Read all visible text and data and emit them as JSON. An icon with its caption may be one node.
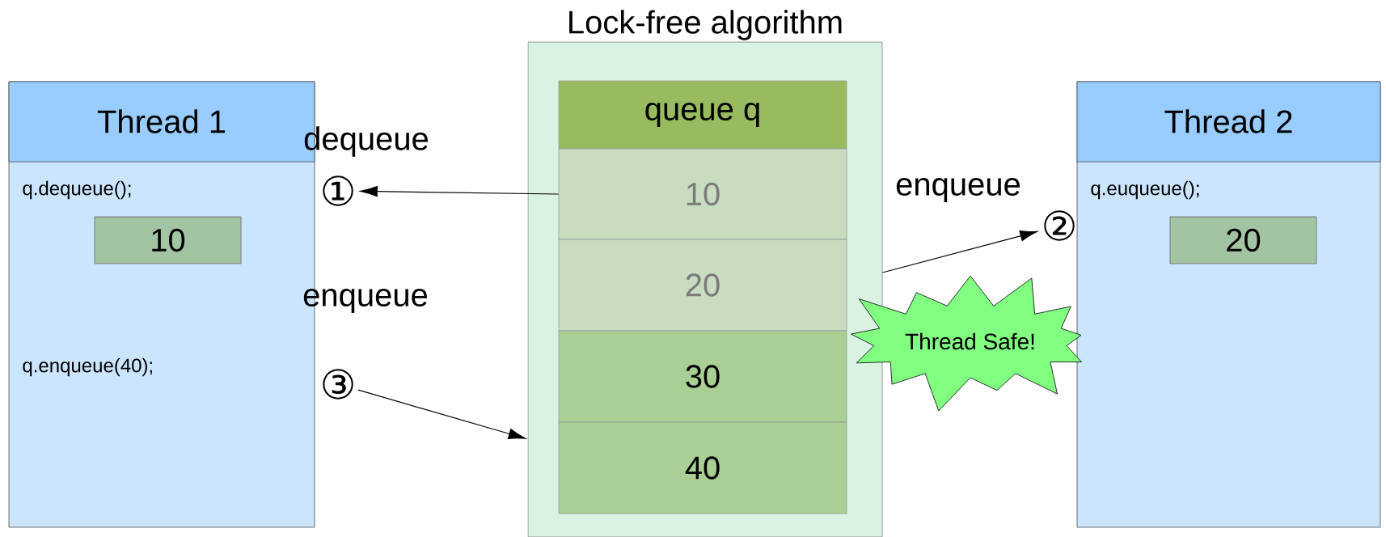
{
  "diagram": {
    "nodes": [
      {
        "text": [
          "Thread 1",
          "q.dequeue();",
          "q.enqueue(40);"
        ]
      },
      {
        "text": [
          "10"
        ],
        "in": 0
      },
      {
        "text": [
          "Lock-free algorithm"
        ]
      },
      {
        "text": [
          "queue q"
        ],
        "in": 2
      },
      {
        "text": [
          "10"
        ],
        "in": 2
      },
      {
        "text": [
          "20"
        ],
        "in": 2
      },
      {
        "text": [
          "30"
        ],
        "in": 2
      },
      {
        "text": [
          "40"
        ],
        "in": 2
      },
      {
        "text": [
          "Thread 2",
          "q.euqueue();"
        ]
      },
      {
        "text": [
          "20"
        ],
        "in": 8
      },
      {
        "text": [
          "Thread Safe!"
        ]
      },
      {
        "text": [
          "①"
        ]
      },
      {
        "text": [
          "②"
        ]
      },
      {
        "text": [
          "③"
        ]
      }
    ],
    "edges": [
      {
        "from": 4,
        "to": 11,
        "arrow": "to",
        "label": "dequeue"
      },
      {
        "from": 2,
        "to": 12,
        "arrow": "to",
        "label": "enqueue"
      },
      {
        "from": 13,
        "to": 2,
        "arrow": "to",
        "label": "enqueue"
      }
    ]
  }
}
